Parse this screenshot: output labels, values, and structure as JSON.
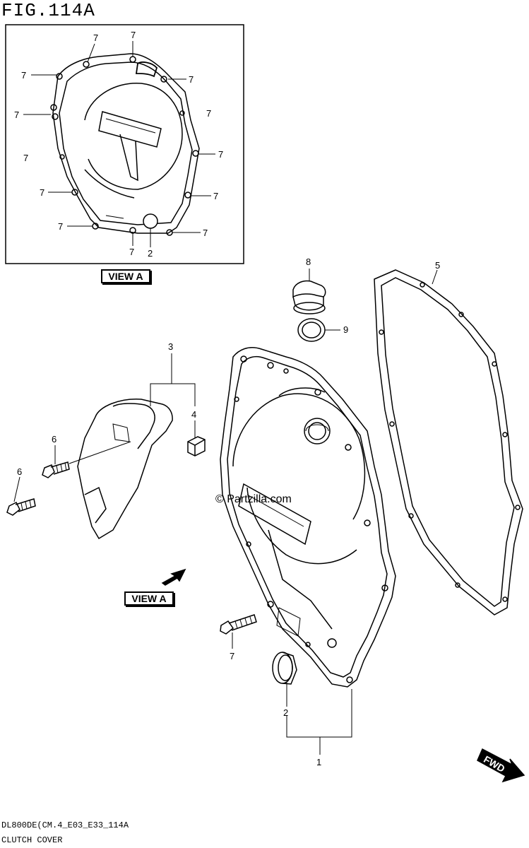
{
  "figure_title": "FIG.114A",
  "view_a_label": "VIEW A",
  "copyright": "© Partzilla.com",
  "footer": {
    "model_code": "DL800DE(CM.4_E03_E33_114A",
    "section": "CLUTCH COVER"
  },
  "fwd_label": "FWD",
  "callouts": {
    "inset_bolt": "7",
    "inset_plug": "2",
    "cover_assy": "1",
    "plug": "2",
    "guard_set": "3",
    "damper": "4",
    "gasket": "5",
    "guard_bolt": "6",
    "cover_bolt": "7",
    "filler_cap": "8",
    "o_ring": "9"
  }
}
